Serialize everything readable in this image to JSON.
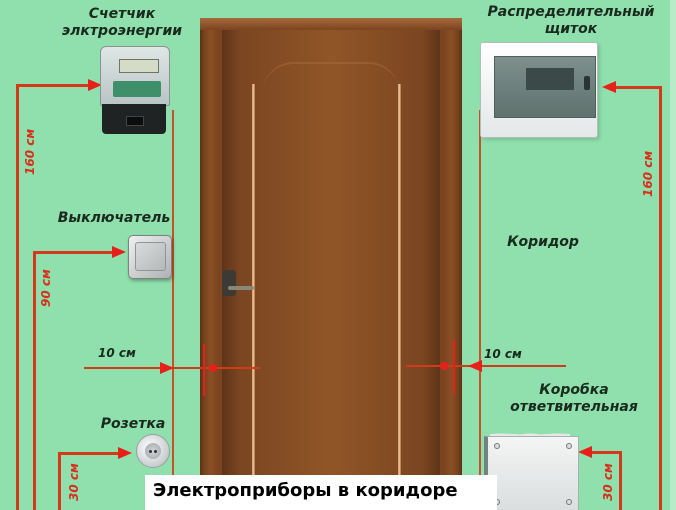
{
  "title": "Электроприборы в коридоре",
  "colors": {
    "background": "#8fe0ad",
    "wire": "#d23a1c",
    "arrow": "#e8201a",
    "door": "#915627",
    "label_text": "#1a2a1e",
    "caption_bg": "#ffffff"
  },
  "devices": {
    "meter": {
      "label_line1": "Счетчик",
      "label_line2": "элктроэнергии",
      "height": "160 см",
      "side": "left"
    },
    "panel": {
      "label_line1": "Распределительный",
      "label_line2": "щиток",
      "height": "160 см",
      "side": "right"
    },
    "switch": {
      "label": "Выключатель",
      "height": "90 см",
      "side": "left"
    },
    "socket": {
      "label": "Розетка",
      "height": "30 см",
      "side": "left"
    },
    "junction_box": {
      "label_line1": "Коробка",
      "label_line2": "ответвительная",
      "height": "30 см",
      "side": "right"
    }
  },
  "room_label": "Коридор",
  "door_offsets": {
    "left": "10 см",
    "right": "10 см"
  },
  "icons": [
    "electric-meter-icon",
    "distribution-panel-icon",
    "light-switch-icon",
    "power-socket-icon",
    "junction-box-icon",
    "door-icon",
    "arrow-icon"
  ]
}
